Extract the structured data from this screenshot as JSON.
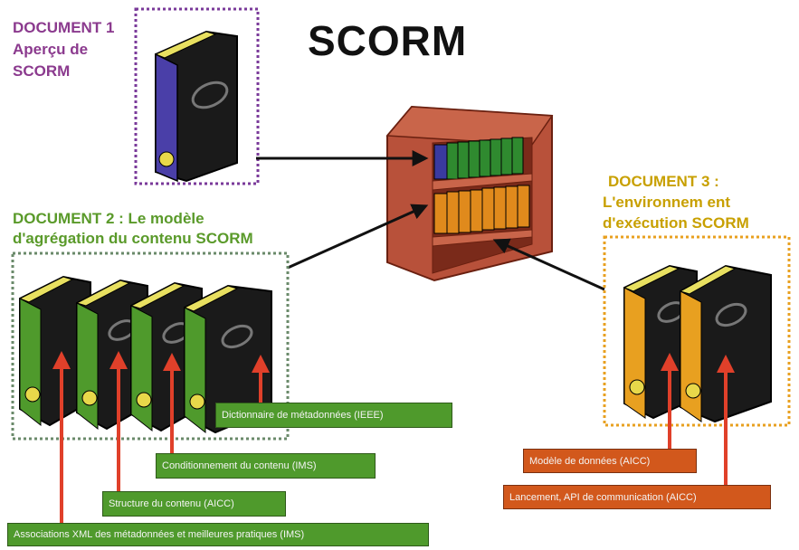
{
  "title": "SCORM",
  "document1": {
    "lines": [
      "DOCUMENT 1",
      "Aperçu de",
      "SCORM"
    ],
    "color": "#8b3a8e"
  },
  "document2": {
    "lines": [
      "DOCUMENT 2 : Le modèle",
      "d'agrégation du contenu SCORM"
    ],
    "color": "#5a9a2a"
  },
  "document3": {
    "lines": [
      "DOCUMENT 3 :",
      "L'environnem ent",
      "d'exécution SCORM"
    ],
    "color": "#c8a000"
  },
  "labels": {
    "dictionary": "Dictionnaire de métadonnées (IEEE)",
    "packaging": "Conditionnement du contenu (IMS)",
    "structure": "Structure du contenu (AICC)",
    "associations": "Associations XML des métadonnées et meilleures pratiques (IMS)",
    "data_model": "Modèle de données (AICC)",
    "launch": "Lancement, API de communication (AICC)"
  },
  "colors": {
    "green": "#4f9a2c",
    "orange": "#d2581c",
    "shelf": "#b8513a",
    "book_black": "#1a1a1a",
    "arrow_red": "#e0402a"
  },
  "icons": [
    "book-icon",
    "bookshelf-icon"
  ]
}
